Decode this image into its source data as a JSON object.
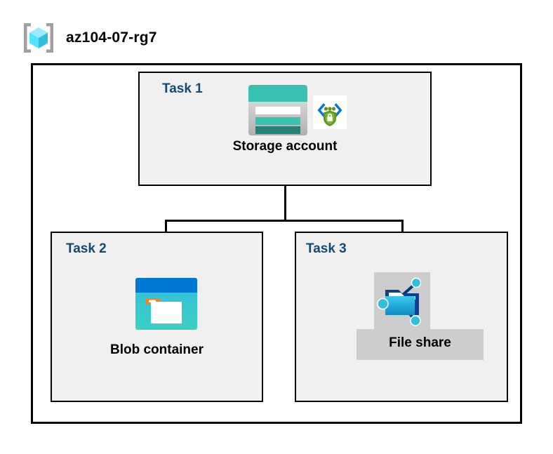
{
  "header": {
    "icon": "resource-group-icon",
    "title": "az104-07-rg7"
  },
  "diagram": {
    "type": "azure-architecture-diagram",
    "frame_name": "resource-group-boundary",
    "colors": {
      "task_label": "#134a73",
      "box_fill": "#f0f0f0",
      "border": "#000000",
      "highlight": "#cdcdcd",
      "storage_teal": "#37c2b1",
      "storage_teal_dark": "#2a8076",
      "blob_blue": "#0078d4",
      "blob_cyan": "#32bedd",
      "blob_orange": "#f58220",
      "shield_green": "#5e9624",
      "link_blue": "#0078d4",
      "cube_cyan": "#50e6ff"
    },
    "tasks": [
      {
        "id": "task1",
        "label": "Task 1",
        "resource_label": "Storage account",
        "icons": [
          "storage-account-icon",
          "private-link-icon"
        ]
      },
      {
        "id": "task2",
        "label": "Task 2",
        "resource_label": "Blob container",
        "icons": [
          "blob-container-icon"
        ]
      },
      {
        "id": "task3",
        "label": "Task 3",
        "resource_label": "File share",
        "icons": [
          "file-share-icon"
        ],
        "highlighted": true
      }
    ],
    "connectors": [
      {
        "name": "storage-to-bus",
        "from": "task1",
        "to": "connector-bus"
      },
      {
        "name": "bus-to-blob-container",
        "from": "connector-bus",
        "to": "task2"
      },
      {
        "name": "bus-to-file-share",
        "from": "connector-bus",
        "to": "task3"
      }
    ]
  }
}
